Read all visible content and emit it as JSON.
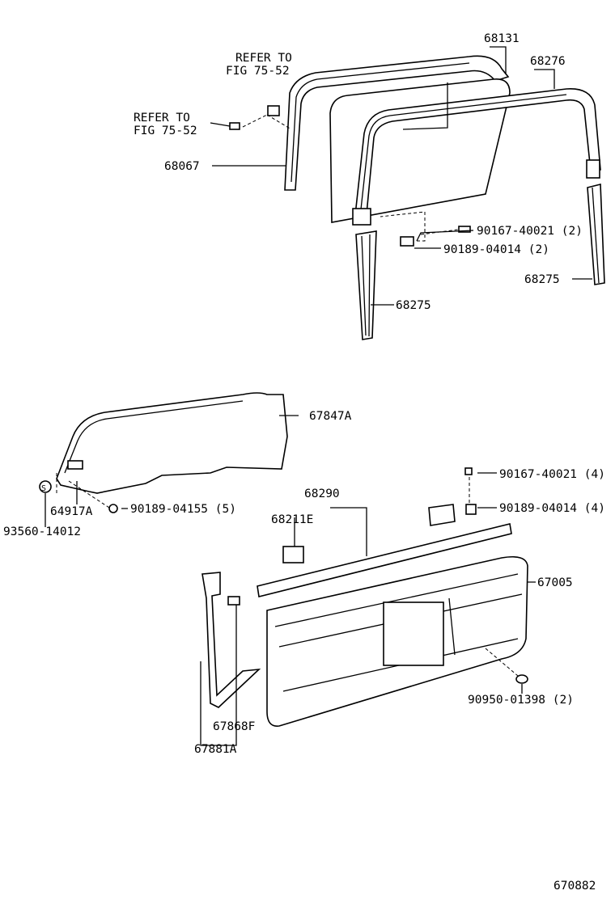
{
  "diagram_id": "670882",
  "references": [
    {
      "line1": "REFER TO",
      "line2": "FIG 75-52"
    },
    {
      "line1": "REFER TO",
      "line2": "FIG 75-52"
    }
  ],
  "labels": {
    "p68131": "68131",
    "p68276": "68276",
    "p68067": "68067",
    "p90167_2": "90167-40021 (2)",
    "p90189_2": "90189-04014 (2)",
    "p68275_right": "68275",
    "p68275_left": "68275",
    "p67847A": "67847A",
    "p90167_4": "90167-40021 (4)",
    "p64917A": "64917A",
    "p90189_04155": "90189-04155 (5)",
    "p68290": "68290",
    "p90189_4": "90189-04014 (4)",
    "p68211E": "68211E",
    "p93560": "93560-14012",
    "p67005": "67005",
    "p90950": "90950-01398 (2)",
    "p67868F": "67868F",
    "p67881A": "67881A",
    "s_symbol": "S"
  }
}
